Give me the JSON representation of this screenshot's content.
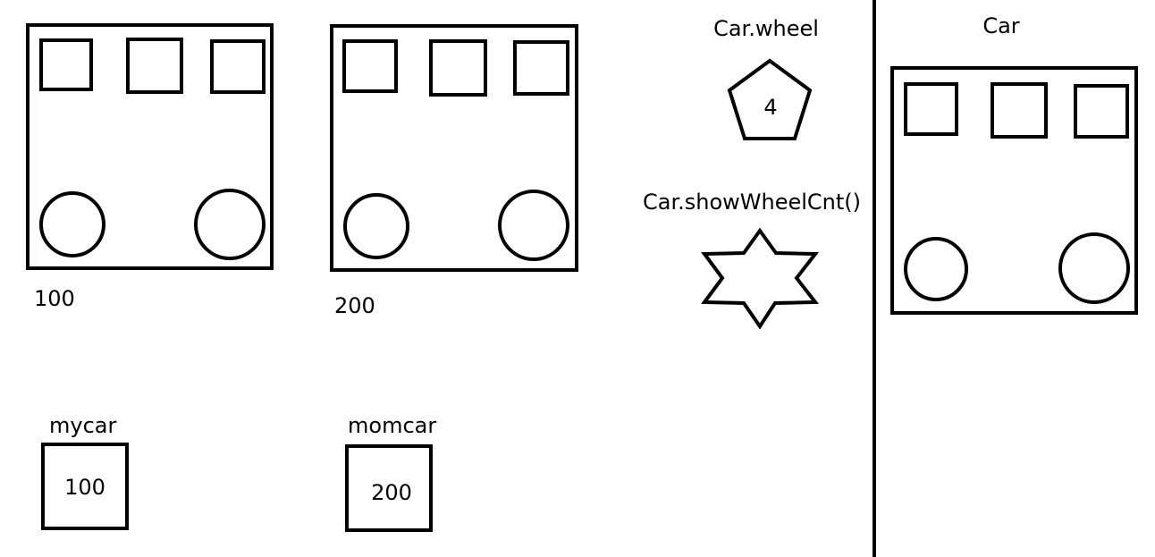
{
  "instances": [
    {
      "id": "mycar-object",
      "address_label": "100"
    },
    {
      "id": "momcar-object",
      "address_label": "200"
    }
  ],
  "references": [
    {
      "name": "mycar",
      "value": "100"
    },
    {
      "name": "momcar",
      "value": "200"
    }
  ],
  "static_members": {
    "field_label": "Car.wheel",
    "field_value": "4",
    "method_label": "Car.showWheelCnt()"
  },
  "class_area": {
    "title": "Car"
  },
  "colors": {
    "stroke": "#000000",
    "background": "#ffffff"
  }
}
